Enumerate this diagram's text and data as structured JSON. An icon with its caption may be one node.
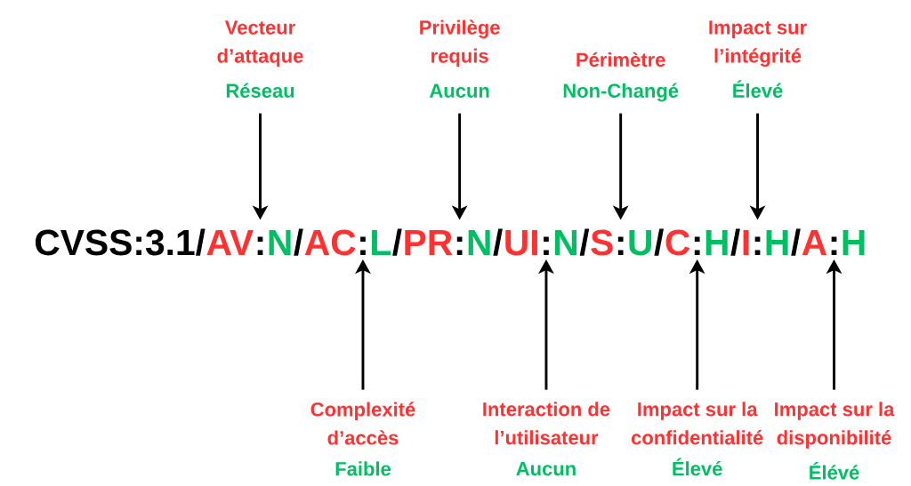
{
  "diagram": {
    "nodes": [
      {
        "text": [
          "Vecteur d’attaque",
          "Réseau"
        ]
      },
      {
        "text": [
          "Privilège requis",
          "Aucun"
        ]
      },
      {
        "text": [
          "Périmètre",
          "Non-Changé"
        ]
      },
      {
        "text": [
          "Impact sur l’intégrité",
          "Élevé"
        ]
      },
      {
        "text": [
          ":"
        ]
      },
      {
        "text": [
          ":"
        ]
      },
      {
        "text": [
          ":"
        ]
      },
      {
        "text": [
          ":"
        ]
      },
      {
        "text": [
          ":"
        ]
      },
      {
        "text": [
          ":"
        ]
      },
      {
        "text": [
          ":"
        ]
      },
      {
        "text": [
          ":"
        ]
      },
      {
        "text": [
          "Complexité d’accès",
          "Faible"
        ]
      },
      {
        "text": [
          "Interaction de l’utilisateur",
          "Aucun"
        ]
      },
      {
        "text": [
          "Impact sur la confidentialité",
          "Élevé"
        ]
      },
      {
        "text": [
          "Impact sur la disponibilité",
          "Élévé"
        ]
      }
    ],
    "edges": [
      {
        "from": 0,
        "to": 4,
        "arrow": "to"
      },
      {
        "from": 12,
        "to": 5,
        "arrow": "to"
      },
      {
        "from": 1,
        "to": 6,
        "arrow": "to"
      },
      {
        "from": 13,
        "to": 7,
        "arrow": "to"
      },
      {
        "from": 2,
        "to": 8,
        "arrow": "to"
      },
      {
        "from": 14,
        "to": 9,
        "arrow": "to"
      },
      {
        "from": 3,
        "to": 10,
        "arrow": "to"
      },
      {
        "from": 15,
        "to": 11,
        "arrow": "to"
      }
    ],
    "labels": [
      "CVSS:3.1/",
      "AV",
      "N",
      "/",
      "AC",
      "L",
      "/",
      "PR",
      "N",
      "/",
      "UI",
      "N",
      "/",
      "S",
      "U",
      "/",
      "C",
      "H",
      "/",
      "I",
      "H",
      "/",
      "A",
      "H"
    ]
  }
}
